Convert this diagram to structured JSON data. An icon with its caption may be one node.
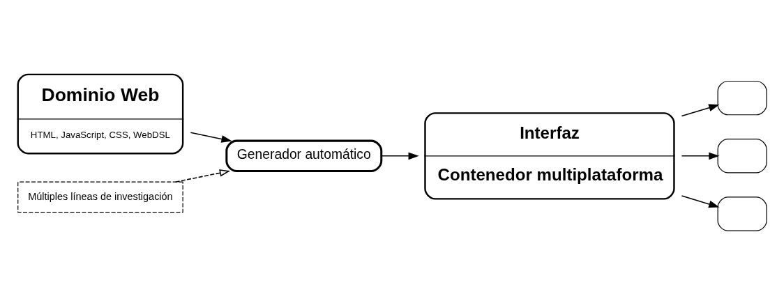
{
  "diagram": {
    "nodes": [
      {
        "text": [
          "Dominio Web",
          "HTML, JavaScript, CSS, WebDSL"
        ]
      },
      {
        "text": [
          "Generador automático"
        ]
      },
      {
        "text": [
          "Interfaz",
          "Contenedor multiplataforma"
        ]
      },
      {
        "text": [
          "Múltiples líneas de investigación"
        ]
      },
      {
        "text": [],
        "shape": "box"
      },
      {
        "text": [],
        "shape": "box"
      },
      {
        "text": [],
        "shape": "box"
      }
    ],
    "edges": [
      {
        "from": 0,
        "to": 1,
        "arrow": "to"
      },
      {
        "from": 1,
        "to": 2,
        "arrow": "to"
      },
      {
        "from": 3,
        "to": 1,
        "arrow": "to",
        "style": "dashed"
      },
      {
        "from": 2,
        "to": 4,
        "arrow": "to"
      },
      {
        "from": 2,
        "to": 5,
        "arrow": "to"
      },
      {
        "from": 2,
        "to": 6,
        "arrow": "to"
      }
    ]
  }
}
